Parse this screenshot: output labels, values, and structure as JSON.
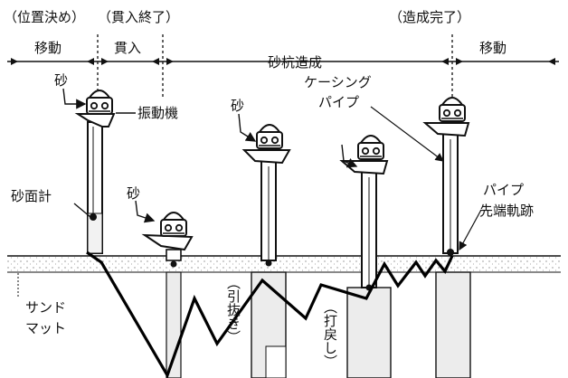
{
  "phase_stages": {
    "positioning": "（位置決め）",
    "penetration_end": "（貫入終了）",
    "completion": "（造成完了）"
  },
  "phase_bands": {
    "move_start": "移動",
    "penetration": "貫入",
    "sand_pile_forming": "砂杭造成",
    "move_end": "移動"
  },
  "labels": {
    "sand_1": "砂",
    "vibrator": "振動機",
    "sand_2": "砂",
    "sand_3": "砂",
    "casing_line1": "ケーシング",
    "casing_line2": "パイプ",
    "sand_level_meter": "砂面計",
    "pipe_tip_line1": "パイプ",
    "pipe_tip_line2": "先端軌跡",
    "sand_mat_line1": "サンド",
    "sand_mat_line2": "マット",
    "pull_out": "（引抜き）",
    "redrive": "（打戻し）"
  },
  "colors": {
    "ink": "#111111",
    "ground_dots": "#8a8a8a",
    "pile_fill": "#efefef",
    "trajectory": "#000000"
  }
}
